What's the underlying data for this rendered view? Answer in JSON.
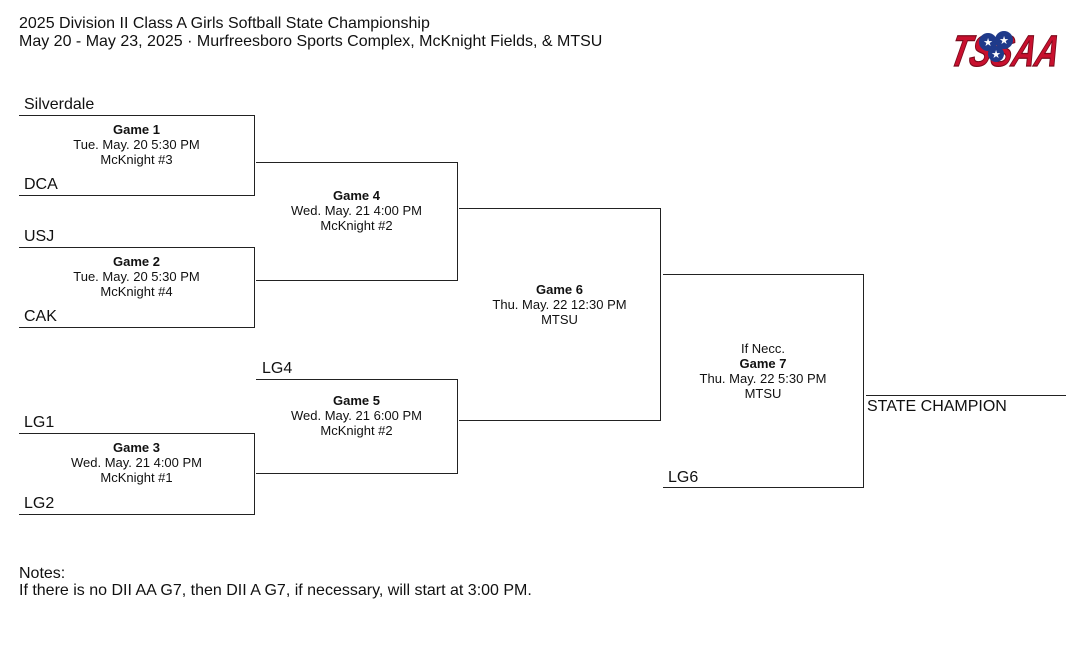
{
  "header": {
    "title": "2025 Division II Class A Girls Softball State Championship",
    "subtitle": "May 20 - May 23, 2025 · Murfreesboro Sports Complex, McKnight Fields, & MTSU",
    "logo_text": "TSSAA"
  },
  "teams": {
    "silverdale": "Silverdale",
    "dca": "DCA",
    "usj": "USJ",
    "cak": "CAK",
    "lg1": "LG1",
    "lg2": "LG2",
    "lg4": "LG4",
    "lg6": "LG6",
    "champion": "STATE CHAMPION"
  },
  "games": {
    "g1": {
      "name": "Game 1",
      "time": "Tue. May. 20 5:30 PM",
      "venue": "McKnight #3"
    },
    "g2": {
      "name": "Game 2",
      "time": "Tue. May. 20 5:30 PM",
      "venue": "McKnight #4"
    },
    "g3": {
      "name": "Game 3",
      "time": "Wed. May. 21 4:00 PM",
      "venue": "McKnight #1"
    },
    "g4": {
      "name": "Game 4",
      "time": "Wed. May. 21 4:00 PM",
      "venue": "McKnight #2"
    },
    "g5": {
      "name": "Game 5",
      "time": "Wed. May. 21 6:00 PM",
      "venue": "McKnight #2"
    },
    "g6": {
      "name": "Game 6",
      "time": "Thu. May. 22 12:30 PM",
      "venue": "MTSU"
    },
    "g7": {
      "note": "If Necc.",
      "name": "Game 7",
      "time": "Thu. May. 22 5:30 PM",
      "venue": "MTSU"
    }
  },
  "notes": {
    "label": "Notes:",
    "text": "If there is no DII AA G7, then DII A G7, if necessary, will start at 3:00 PM."
  }
}
